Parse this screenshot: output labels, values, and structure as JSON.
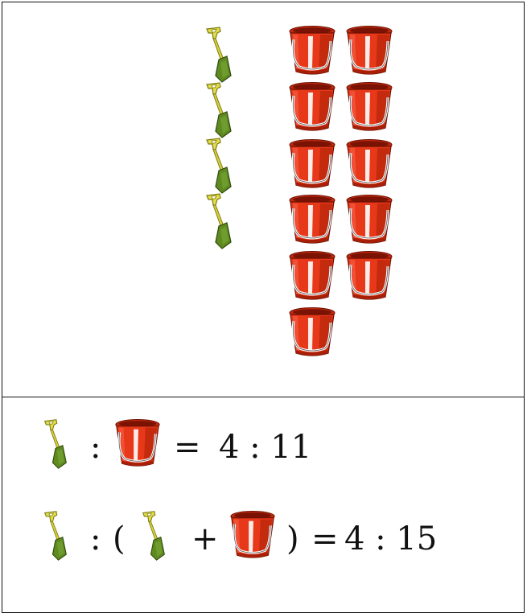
{
  "scene": {
    "shovel_count": 4,
    "bucket_count": 11,
    "icons": {
      "shovel": "shovel-icon",
      "bucket": "bucket-icon"
    }
  },
  "equation1": {
    "colon": ":",
    "equals": "=",
    "ratio": "4 : 11"
  },
  "equation2": {
    "colon": ":",
    "open_paren": "(",
    "plus": "+",
    "close_paren": ")",
    "equals": "=",
    "ratio": "4 : 15"
  },
  "colors": {
    "bucket_red": "#e8381a",
    "bucket_dark": "#8a1505",
    "shovel_green": "#5f8a1f",
    "shovel_yellow": "#d7d23a"
  }
}
